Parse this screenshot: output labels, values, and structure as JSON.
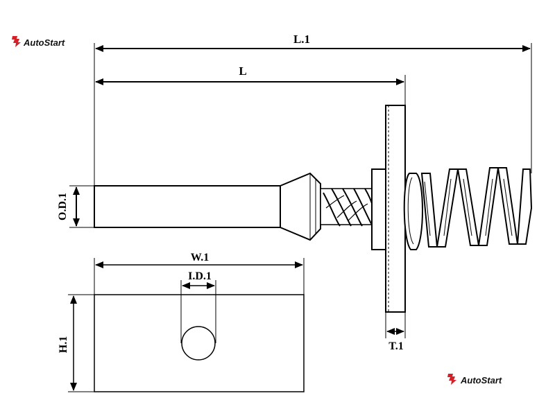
{
  "brand": {
    "name": "AutoStart",
    "logo_color": "#d42027",
    "text_color": "#111111"
  },
  "dimensions": {
    "overall_length": "L.1",
    "length": "L",
    "outer_diameter": "O.D.1",
    "width": "W.1",
    "inner_diameter": "I.D.1",
    "height": "H.1",
    "thickness": "T.1"
  }
}
